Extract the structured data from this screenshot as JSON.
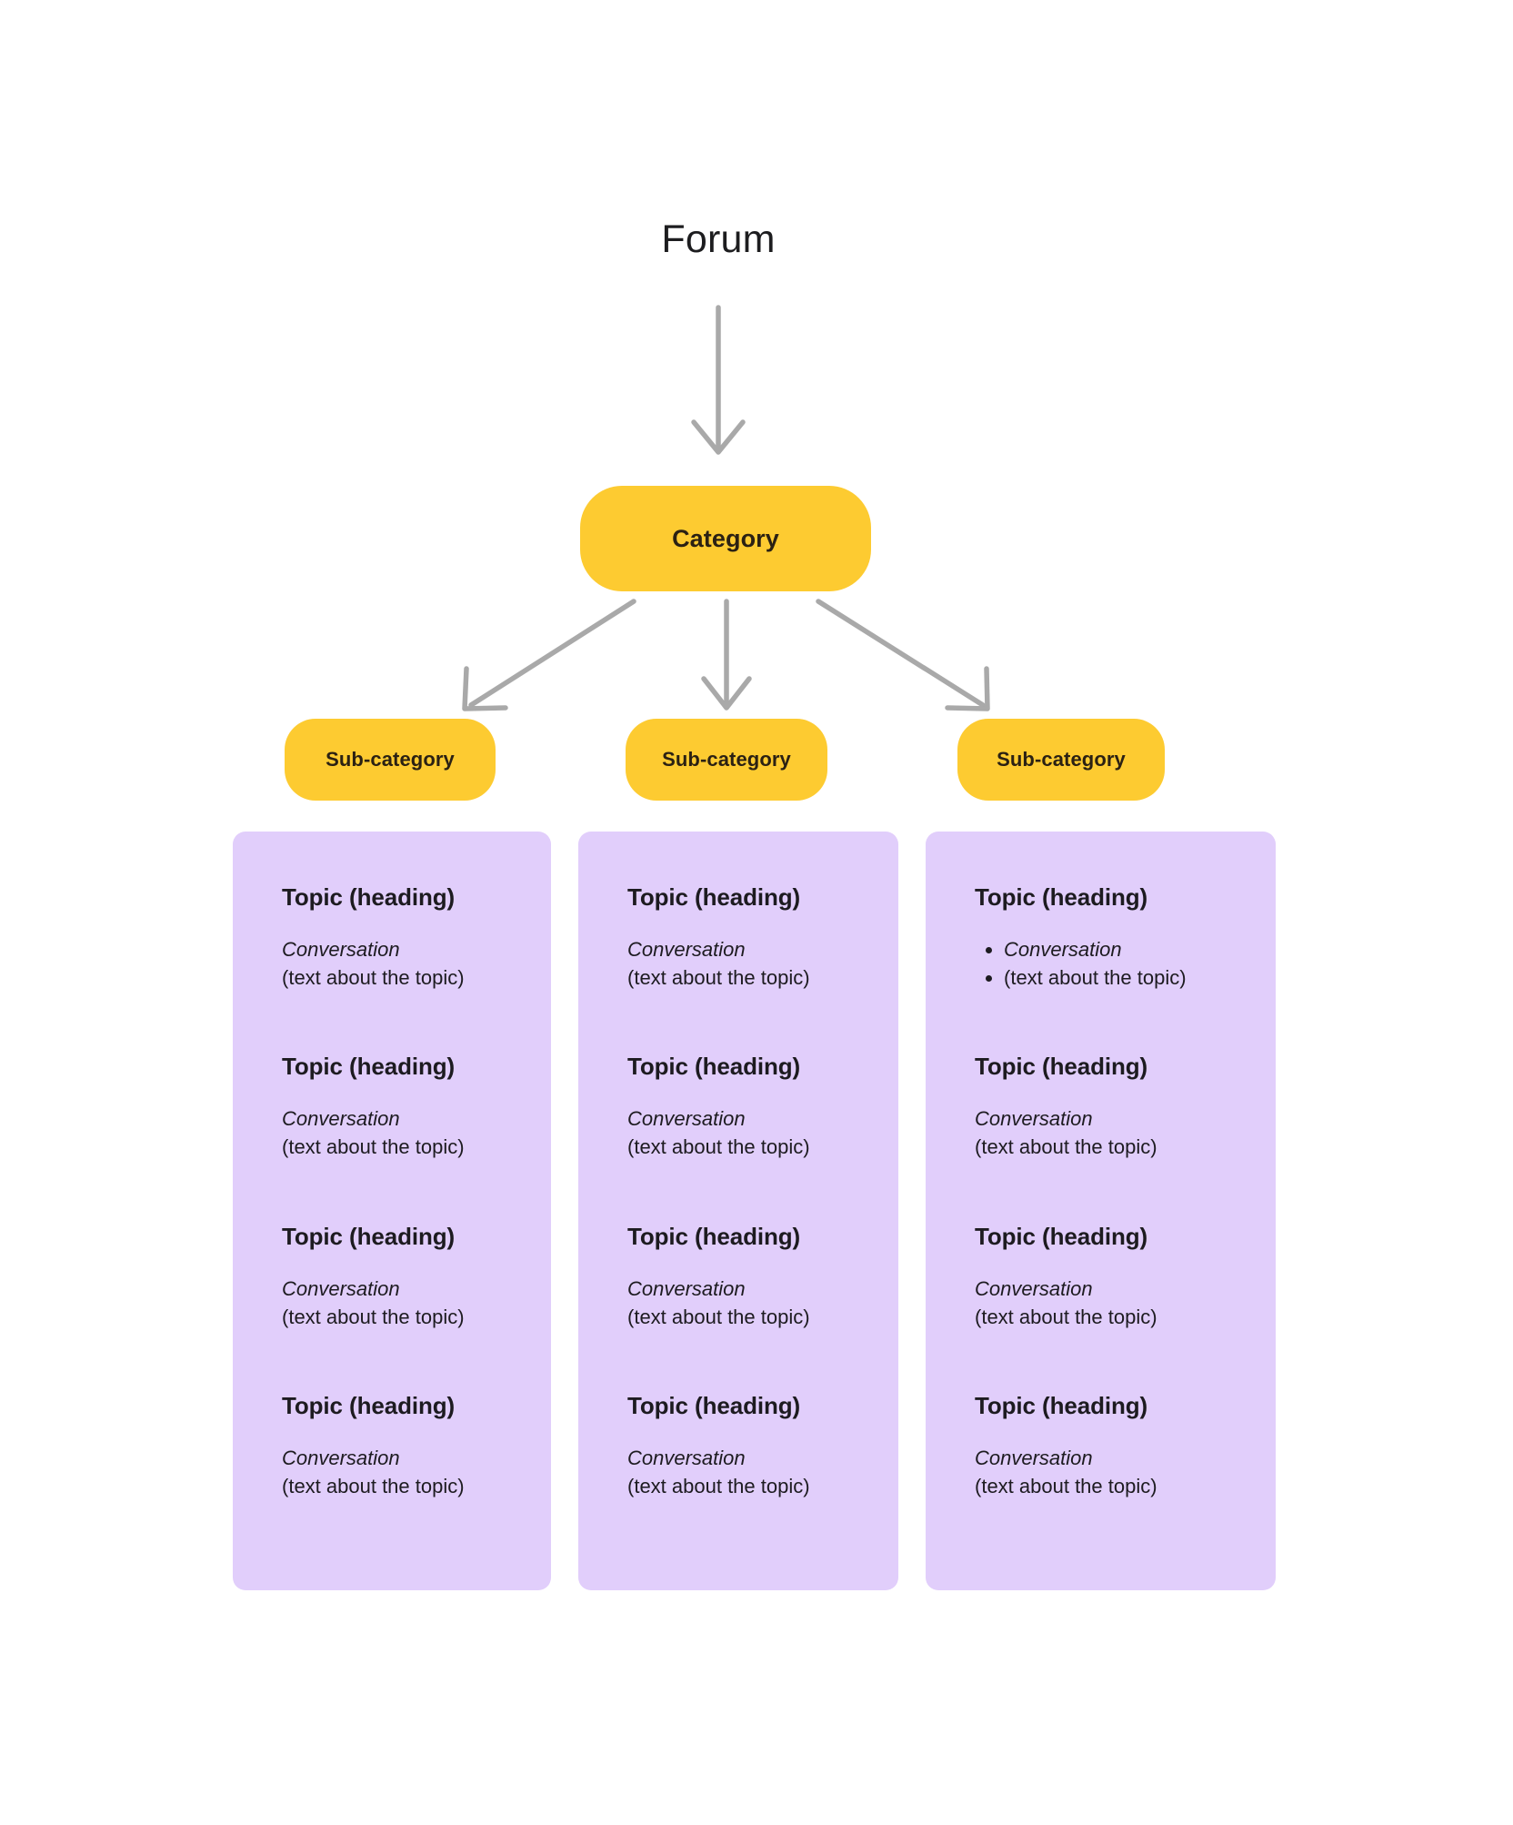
{
  "diagram": {
    "root": {
      "label": "Forum"
    },
    "category": {
      "label": "Category"
    },
    "subcategories": [
      {
        "label": "Sub-category"
      },
      {
        "label": "Sub-category"
      },
      {
        "label": "Sub-category"
      }
    ],
    "columns": [
      {
        "topics": [
          {
            "heading": "Topic (heading)",
            "conversation": "Conversation",
            "body": "(text about the topic)",
            "bulleted": false
          },
          {
            "heading": "Topic (heading)",
            "conversation": "Conversation",
            "body": "(text about the topic)",
            "bulleted": false
          },
          {
            "heading": "Topic (heading)",
            "conversation": "Conversation",
            "body": "(text about the topic)",
            "bulleted": false
          },
          {
            "heading": "Topic (heading)",
            "conversation": "Conversation",
            "body": "(text about the topic)",
            "bulleted": false
          }
        ]
      },
      {
        "topics": [
          {
            "heading": "Topic (heading)",
            "conversation": "Conversation",
            "body": "(text about the topic)",
            "bulleted": false
          },
          {
            "heading": "Topic (heading)",
            "conversation": "Conversation",
            "body": "(text about the topic)",
            "bulleted": false
          },
          {
            "heading": "Topic (heading)",
            "conversation": "Conversation",
            "body": "(text about the topic)",
            "bulleted": false
          },
          {
            "heading": "Topic (heading)",
            "conversation": "Conversation",
            "body": "(text about the topic)",
            "bulleted": false
          }
        ]
      },
      {
        "topics": [
          {
            "heading": "Topic (heading)",
            "conversation": "Conversation",
            "body": "(text about the topic)",
            "bulleted": true
          },
          {
            "heading": "Topic (heading)",
            "conversation": "Conversation",
            "body": "(text about the topic)",
            "bulleted": false
          },
          {
            "heading": "Topic (heading)",
            "conversation": "Conversation",
            "body": "(text about the topic)",
            "bulleted": false
          },
          {
            "heading": "Topic (heading)",
            "conversation": "Conversation",
            "body": "(text about the topic)",
            "bulleted": false
          }
        ]
      }
    ],
    "connectors": [
      {
        "name": "forum-to-category",
        "kind": "arrow-down"
      },
      {
        "name": "category-to-subcategory-1",
        "kind": "arrow-diagonal-left"
      },
      {
        "name": "category-to-subcategory-2",
        "kind": "arrow-down"
      },
      {
        "name": "category-to-subcategory-3",
        "kind": "arrow-diagonal-right"
      }
    ],
    "colors": {
      "background": "#FFFFFF",
      "node_yellow": "#FDCB31",
      "node_text": "#2B2113",
      "card_purple": "#E1CEFB",
      "card_text": "#1D1B20",
      "arrow_gray": "#A9A9A9",
      "title_text": "#1D1D1F"
    }
  }
}
